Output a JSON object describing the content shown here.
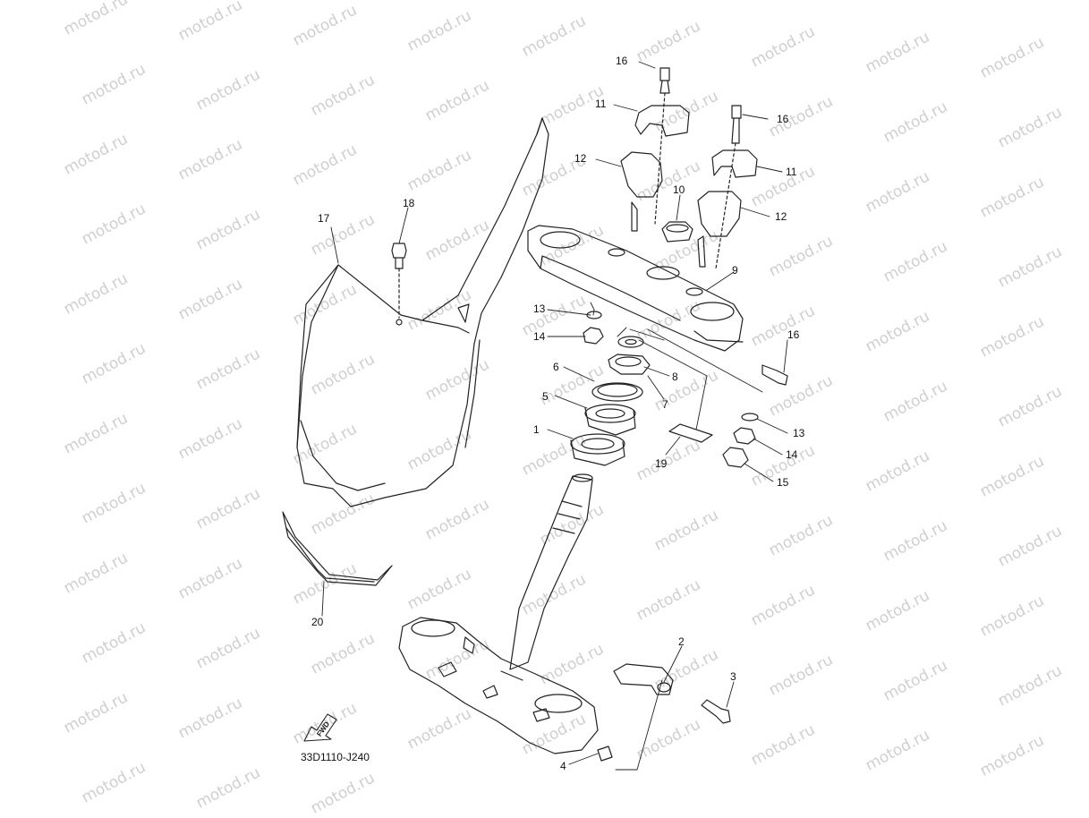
{
  "watermark": "motod.ru",
  "diagram_code": "33D1110-J240",
  "fwd_label": "FWD",
  "callouts": {
    "c1": "1",
    "c2": "2",
    "c3": "3",
    "c4": "4",
    "c5": "5",
    "c6": "6",
    "c7": "7",
    "c8": "8",
    "c9": "9",
    "c10": "10",
    "c11a": "11",
    "c11b": "11",
    "c12a": "12",
    "c12b": "12",
    "c13a": "13",
    "c13b": "13",
    "c14a": "14",
    "c14b": "14",
    "c15": "15",
    "c16a": "16",
    "c16b": "16",
    "c16c": "16",
    "c17": "17",
    "c18": "18",
    "c19": "19",
    "c20": "20"
  },
  "colors": {
    "line": "#222222",
    "watermark": "#cfcfcf"
  }
}
